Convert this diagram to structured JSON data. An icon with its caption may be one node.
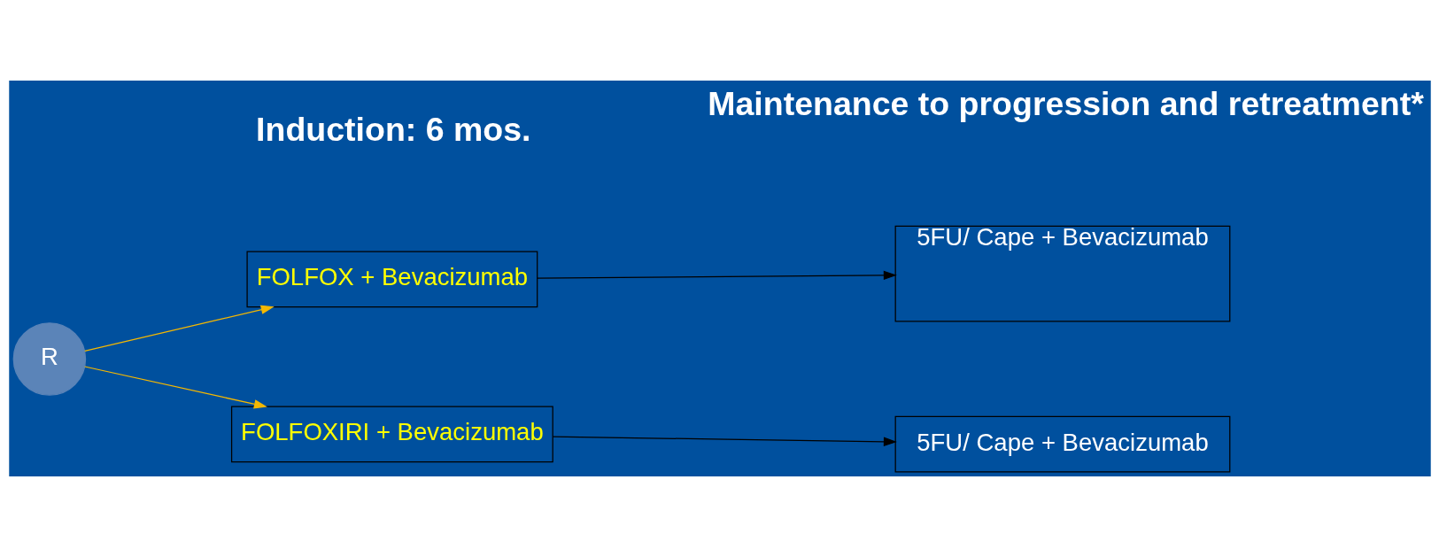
{
  "diagram": {
    "nodes": [
      {
        "text": [
          "R"
        ]
      },
      {
        "text": [
          "FOLFOX + Bevacizumab"
        ]
      },
      {
        "text": [
          "5FU/ Cape + Bevacizumab"
        ]
      },
      {
        "text": [
          "FOLFOXIRI + Bevacizumab"
        ]
      },
      {
        "text": [
          "5FU/ Cape + Bevacizumab"
        ]
      }
    ],
    "edges": [
      {
        "from": 0,
        "to": 1,
        "arrow": "to",
        "color": "#f5b800"
      },
      {
        "from": 1,
        "to": 2,
        "arrow": "to",
        "color": "#000000"
      },
      {
        "from": 0,
        "to": 3,
        "arrow": "to",
        "color": "#f5b800"
      },
      {
        "from": 3,
        "to": 4,
        "arrow": "to",
        "color": "#000000"
      }
    ],
    "labels": [
      "Induction: 6 mos.",
      "Maintenance to progression and retreatment*"
    ]
  }
}
